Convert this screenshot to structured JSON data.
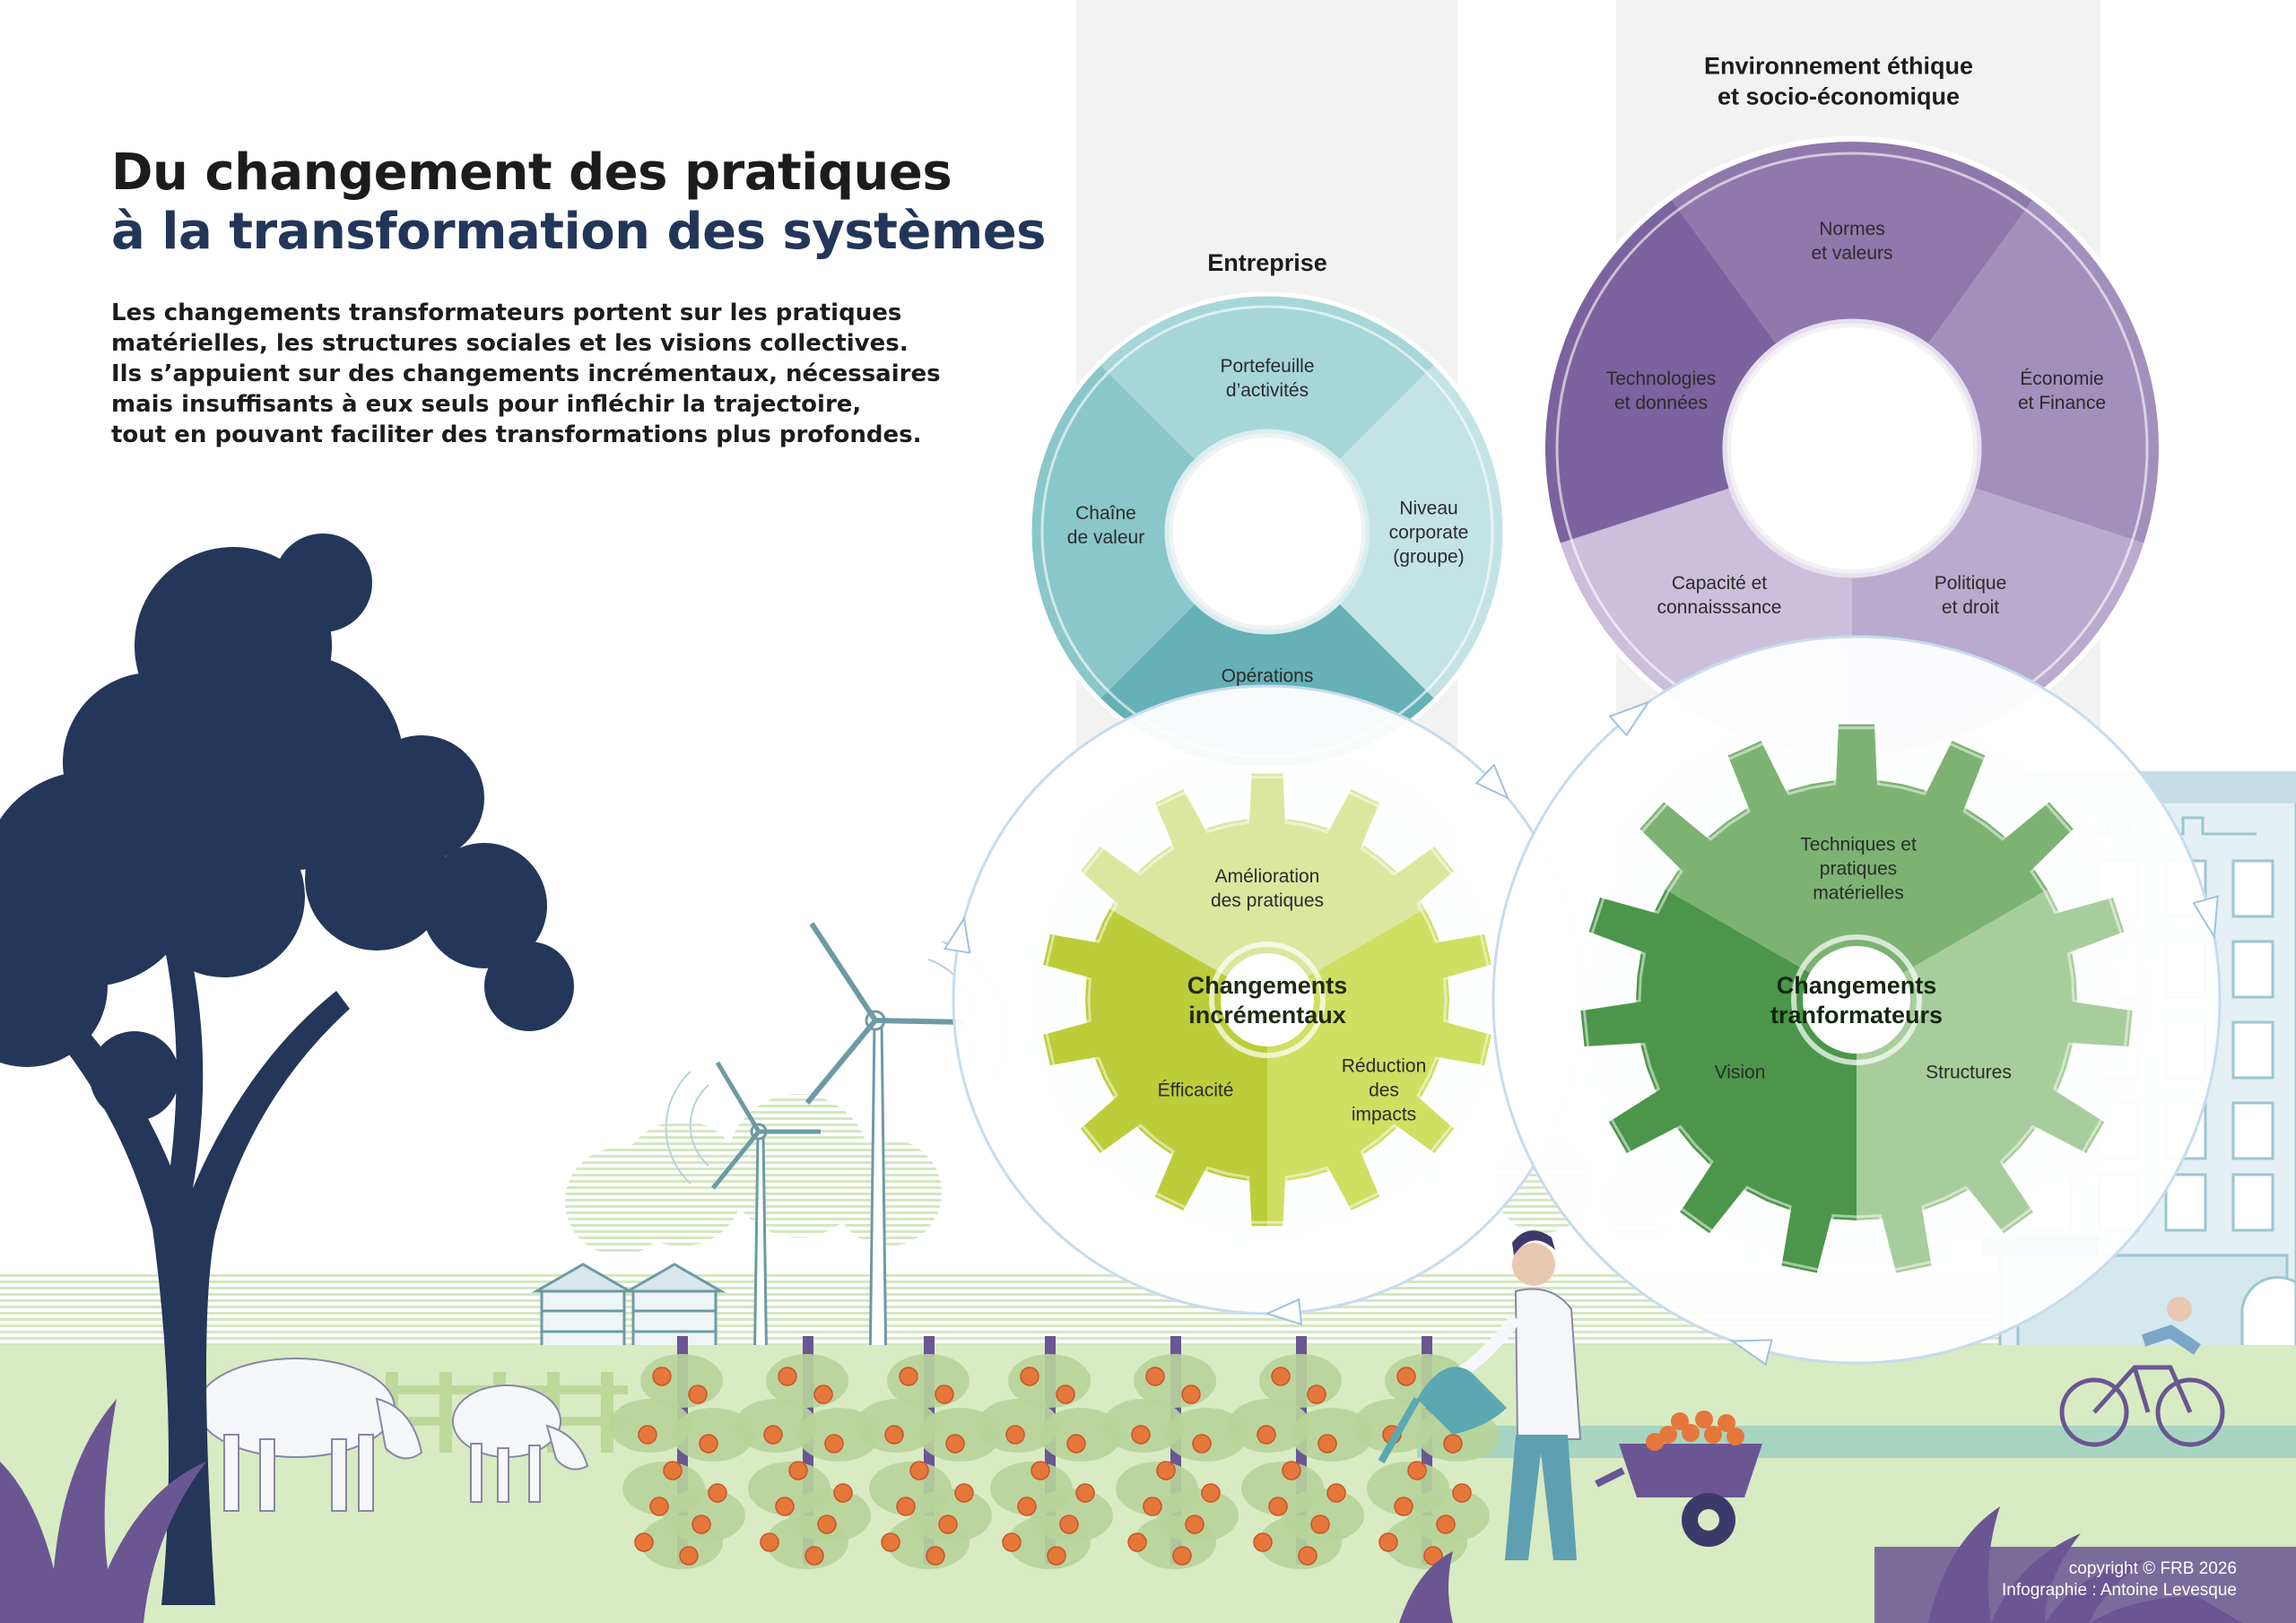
{
  "title": {
    "line1": "Du changement des pratiques",
    "line2": "à la transformation des systèmes"
  },
  "intro": [
    "Les changements transformateurs portent sur les pratiques",
    "matérielles, les structures sociales et les visions collectives.",
    "Ils s’appuient sur des changements incrémentaux, nécessaires",
    "mais insuffisants à eux seuls pour infléchir la trajectoire,",
    "tout en pouvant faciliter des transformations plus profondes."
  ],
  "entreprise": {
    "heading": "Entreprise",
    "segments": [
      {
        "label": [
          "Portefeuille",
          "d’activités"
        ],
        "color": "#a6d6d8"
      },
      {
        "label": [
          "Niveau",
          "corporate",
          "(groupe)"
        ],
        "color": "#c4e3e4"
      },
      {
        "label": [
          "Opérations"
        ],
        "color": "#66b1b6"
      },
      {
        "label": [
          "Chaîne",
          "de valeur"
        ],
        "color": "#8ac7ca"
      }
    ]
  },
  "environnement": {
    "heading": [
      "Environnement éthique",
      "et socio-économique"
    ],
    "segments": [
      {
        "label": [
          "Normes",
          "et valeurs"
        ],
        "color": "#8f78ab"
      },
      {
        "label": [
          "Économie",
          "et Finance"
        ],
        "color": "#a290bc"
      },
      {
        "label": [
          "Politique",
          "et droit"
        ],
        "color": "#b9abcd"
      },
      {
        "label": [
          "Capacité et",
          "connaisssance"
        ],
        "color": "#cbbfdc"
      },
      {
        "label": [
          "Technologies",
          "et données"
        ],
        "color": "#7a639e"
      }
    ]
  },
  "incremental": {
    "title": [
      "Changements",
      "incrémentaux"
    ],
    "sectors": [
      {
        "label": [
          "Amélioration",
          "des pratiques"
        ],
        "color": "#dbe79f"
      },
      {
        "label": [
          "Réduction",
          "des",
          "impacts"
        ],
        "color": "#cfdf62"
      },
      {
        "label": [
          "Éfficacité"
        ],
        "color": "#bccd3a"
      }
    ]
  },
  "transformateur": {
    "title": [
      "Changements",
      "tranformateurs"
    ],
    "sectors": [
      {
        "label": [
          "Techniques et",
          "pratiques",
          "matérielles"
        ],
        "color": "#7cb373"
      },
      {
        "label": [
          "Structures"
        ],
        "color": "#a8cd9c"
      },
      {
        "label": [
          "Vision"
        ],
        "color": "#4b964a"
      }
    ]
  },
  "credits": {
    "copyright": "copyright © FRB 2026",
    "author": "Infographie : Antoine Levesque"
  },
  "colors": {
    "title_dark": "#1c1c1c",
    "title_blue": "#22365a",
    "tree": "#24365a",
    "ground": "#d8ebc2",
    "purple_plants": "#6a5693"
  }
}
